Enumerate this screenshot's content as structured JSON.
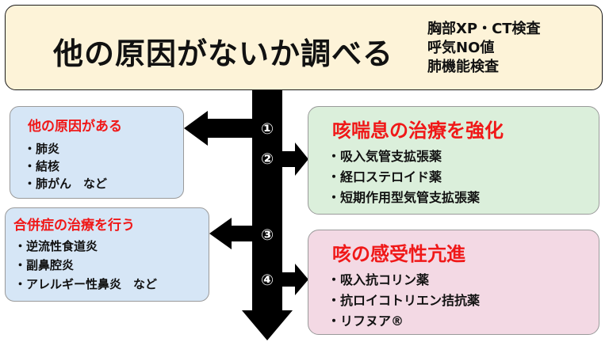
{
  "top": {
    "title": "他の原因がないか調べる",
    "tests": [
      "胸部XP・CT検査",
      "呼気NO値",
      "肺機能検査"
    ]
  },
  "steps": [
    "①",
    "②",
    "③",
    "④"
  ],
  "other_cause": {
    "title": "他の原因がある",
    "items": [
      "・肺炎",
      "・結核",
      "・肺がん　など"
    ]
  },
  "asthma": {
    "title": "咳喘息の治療を強化",
    "items": [
      "・吸入気管支拡張薬",
      "・経口ステロイド薬",
      "・短期作用型気管支拡張薬"
    ]
  },
  "comorbidity": {
    "title": "合併症の治療を行う",
    "items": [
      "・逆流性食道炎",
      "・副鼻腔炎",
      "・アレルギー性鼻炎　など"
    ]
  },
  "hypersensitivity": {
    "title": "咳の感受性亢進",
    "items": [
      "・吸入抗コリン薬",
      "・抗ロイコトリエン拮抗薬",
      "・リフヌア®"
    ]
  },
  "colors": {
    "title_red": "#f01818",
    "top_fill": "#fdf3d8",
    "blue_fill": "#d6e6f6",
    "green_fill": "#dbefdb",
    "pink_fill": "#f3d9e4",
    "arrow": "#000000"
  }
}
